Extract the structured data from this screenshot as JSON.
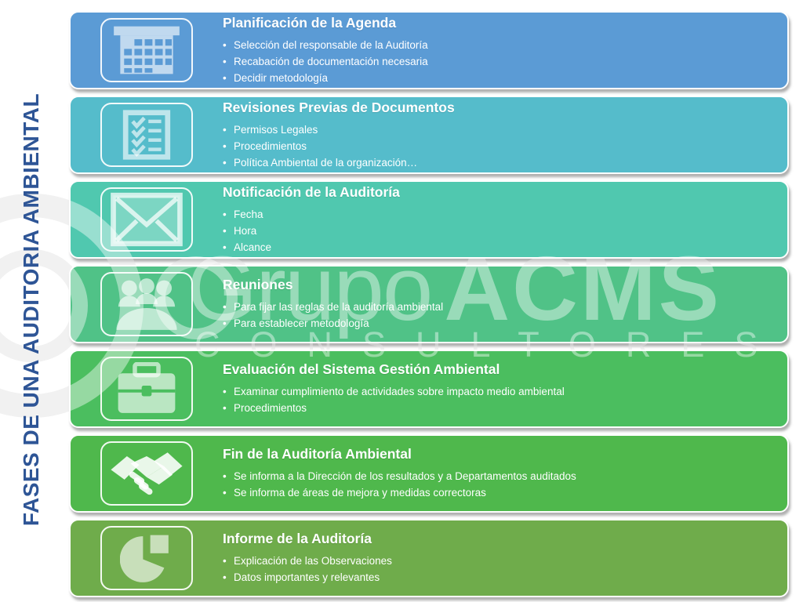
{
  "side_title": {
    "text": "FASES DE UNA AUDITORIA AMBIENTAL",
    "color": "#2E5596"
  },
  "watermark": {
    "word1": "Grupo",
    "word2": "ACMS",
    "word3": "CONSULTORES"
  },
  "bars": [
    {
      "title": "Planificación de la Agenda",
      "color": "#5B9BD5",
      "icon": "calendar-icon",
      "bullets": [
        "Selección del responsable de la Auditoría",
        "Recabación de documentación necesaria",
        "Decidir metodología"
      ]
    },
    {
      "title": "Revisiones Previas de Documentos",
      "color": "#55BCCB",
      "icon": "checklist-icon",
      "bullets": [
        "Permisos Legales",
        "Procedimientos",
        "Política Ambiental de la organización…"
      ]
    },
    {
      "title": "Notificación de la Auditoría",
      "color": "#50C8AF",
      "icon": "envelope-icon",
      "bullets": [
        "Fecha",
        "Hora",
        "Alcance"
      ]
    },
    {
      "title": "Reuniones",
      "color": "#50C287",
      "icon": "meeting-icon",
      "bullets": [
        "Para fijar las reglas de la auditoría ambiental",
        "Para establecer metodología"
      ]
    },
    {
      "title": "Evaluación del Sistema Gestión Ambiental",
      "color": "#4BBE5F",
      "icon": "briefcase-icon",
      "bullets": [
        "Examinar cumplimiento de actividades sobre impacto medio ambiental",
        "Procedimientos"
      ]
    },
    {
      "title": "Fin de la Auditoría Ambiental",
      "color": "#4FB84C",
      "icon": "handshake-icon",
      "bullets": [
        "Se informa a la Dirección de los resultados y a Departamentos auditados",
        "Se informa de áreas de mejora y medidas correctoras"
      ]
    },
    {
      "title": "Informe de la Auditoría",
      "color": "#6FAC4B",
      "icon": "pie-chart-icon",
      "bullets": [
        "Explicación de las Observaciones",
        "Datos importantes y relevantes"
      ]
    }
  ]
}
